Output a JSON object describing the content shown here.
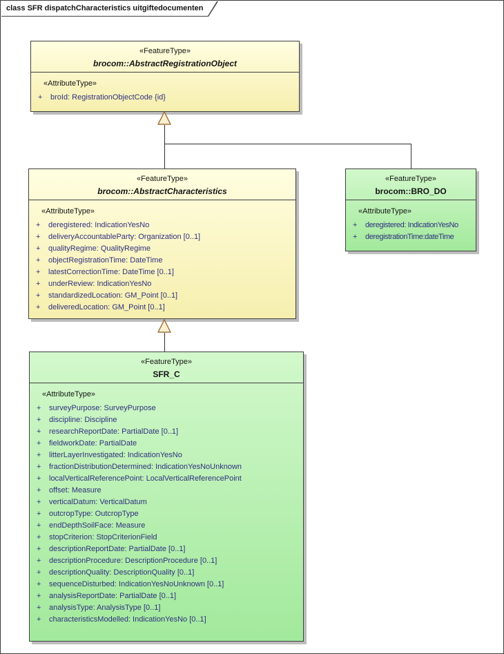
{
  "frame": {
    "title": "class SFR dispatchCharacteristics uitgiftedocumenten"
  },
  "plus": "+",
  "colors": {
    "border": "#3f3f3f",
    "shadow": "#bcbcbc",
    "line": "#2e2e2e",
    "yellow_top": "#fffee0",
    "yellow_bottom": "#f6efae",
    "green_top": "#d2f8cb",
    "green_bottom": "#a2e99c",
    "attr_text": "#2f2f7f",
    "header_text": "#141414",
    "arrow_stroke": "#8c5a28",
    "arrow_fill": "#fbf0cd"
  },
  "classes": {
    "abstract_registration_object": {
      "stereotype": "«FeatureType»",
      "name": "brocom::AbstractRegistrationObject",
      "attr_header": "«AttributeType»",
      "attributes": [
        "broId: RegistrationObjectCode {id}"
      ]
    },
    "abstract_characteristics": {
      "stereotype": "«FeatureType»",
      "name": "brocom::AbstractCharacteristics",
      "attr_header": "«AttributeType»",
      "attributes": [
        "deregistered: IndicationYesNo",
        "deliveryAccountableParty: Organization [0..1]",
        "qualityRegime: QualityRegime",
        "objectRegistrationTime: DateTime",
        "latestCorrectionTime: DateTime [0..1]",
        "underReview: IndicationYesNo",
        "standardizedLocation: GM_Point [0..1]",
        "deliveredLocation: GM_Point [0..1]"
      ]
    },
    "bro_do": {
      "stereotype": "«FeatureType»",
      "name": "brocom::BRO_DO",
      "attr_header": "«AttributeType»",
      "attributes": [
        "deregistered: IndicationYesNo",
        "deregistrationTime:dateTime"
      ]
    },
    "sfr_c": {
      "stereotype": "«FeatureType»",
      "name": "SFR_C",
      "attr_header": "«AttributeType»",
      "attributes": [
        "surveyPurpose: SurveyPurpose",
        "discipline: Discipline",
        "researchReportDate: PartialDate [0..1]",
        "fieldworkDate: PartialDate",
        "litterLayerInvestigated: IndicationYesNo",
        "fractionDistributionDetermined: IndicationYesNoUnknown",
        "localVerticalReferencePoint: LocalVerticalReferencePoint",
        "offset: Measure",
        "verticalDatum: VerticalDatum",
        "outcropType: OutcropType",
        "endDepthSoilFace: Measure",
        "stopCriterion: StopCriterionField",
        "descriptionReportDate: PartialDate [0..1]",
        "descriptionProcedure: DescriptionProcedure [0..1]",
        "descriptionQuality: DescriptionQuality [0..1]",
        "sequenceDisturbed: IndicationYesNoUnknown [0..1]",
        "analysisReportDate: PartialDate [0..1]",
        "analysisType: AnalysisType [0..1]",
        "characteristicsModelled: IndicationYesNo [0..1]"
      ]
    }
  }
}
